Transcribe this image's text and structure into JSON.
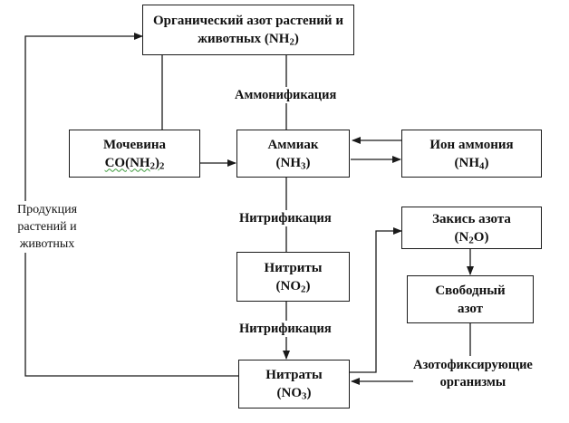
{
  "nodes": {
    "organic": {
      "line1": "Органический азот растений и",
      "line2_pre": "животных (NH",
      "line2_sub": "2",
      "line2_post": ")"
    },
    "urea": {
      "line1": "Мочевина",
      "line2_pre": "CO(NH",
      "line2_sub": "2",
      "line2_post": ")",
      "line2_tail_sub": "2"
    },
    "ammonia": {
      "line1": "Аммиак",
      "line2_pre": "(NH",
      "line2_sub": "3",
      "line2_post": ")"
    },
    "ammonium": {
      "line1": "Ион аммония",
      "line2_pre": "(NH",
      "line2_sub": "4",
      "line2_post": ")"
    },
    "nitrites": {
      "line1": "Нитриты",
      "line2_pre": "(NO",
      "line2_sub": "2",
      "line2_post": ")"
    },
    "nitrates": {
      "line1": "Нитраты",
      "line2_pre": "(NO",
      "line2_sub": "3",
      "line2_post": ")"
    },
    "nitrous": {
      "line1": "Закись азота",
      "line2_pre": "(N",
      "line2_sub": "2",
      "line2_post": "O)"
    },
    "free_n": {
      "line1": "Свободный",
      "line2": "азот"
    }
  },
  "labels": {
    "ammonification": "Аммонификация",
    "nitrification_1": "Нитрификация",
    "nitrification_2": "Нитрификация",
    "fixers_1": "Азотофиксирующие",
    "fixers_2": "организмы",
    "production_1": "Продукция",
    "production_2": "растений и",
    "production_3": "животных"
  },
  "colors": {
    "line": "#1a1a1a",
    "spellcheck": "#3c9a3c"
  }
}
